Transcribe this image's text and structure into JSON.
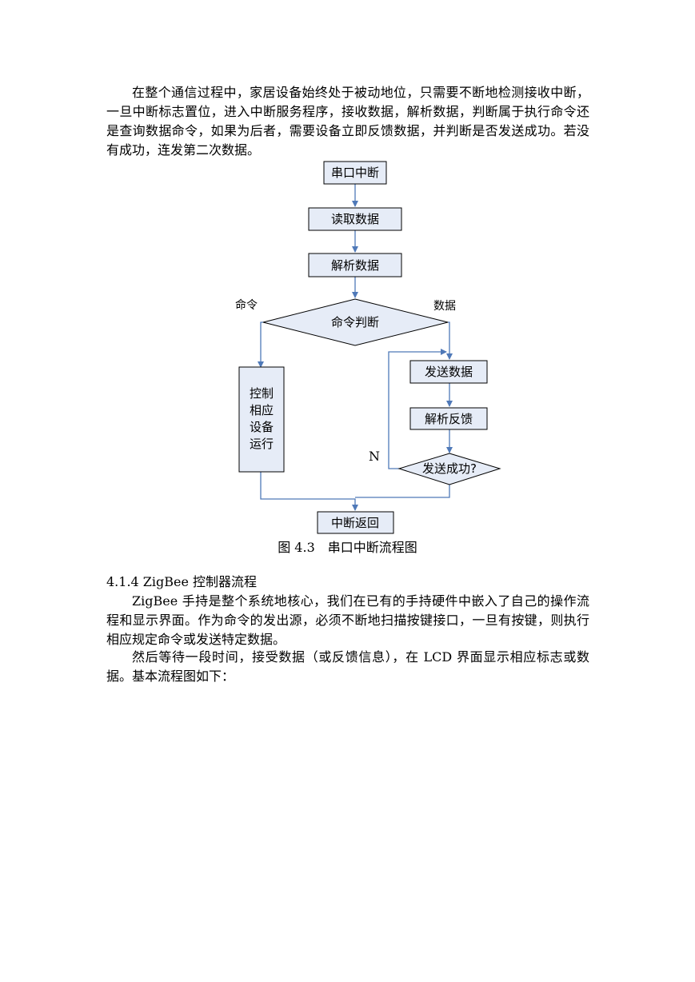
{
  "intro_paragraph": "在整个通信过程中，家居设备始终处于被动地位，只需要不断地检测接收中断，一旦中断标志置位，进入中断服务程序，接收数据，解析数据，判断属于执行命令还是查询数据命令，如果为后者，需要设备立即反馈数据，并判断是否发送成功。若没有成功，连发第二次数据。",
  "flowchart": {
    "node_start": "串口中断",
    "node_read": "读取数据",
    "node_parse": "解析数据",
    "node_decision": "命令判断",
    "label_command": "命令",
    "label_data": "数据",
    "node_control": [
      "控制",
      "相应",
      "设备",
      "运行"
    ],
    "node_send": "发送数据",
    "node_parse_feedback": "解析反馈",
    "node_send_success": "发送成功?",
    "label_no": "N",
    "node_return": "中断返回"
  },
  "figure_caption": "图 4.3　串口中断流程图",
  "section_heading": "4.1.4 ZigBee 控制器流程",
  "paragraph_2": "ZigBee 手持是整个系统地核心，我们在已有的手持硬件中嵌入了自己的操作流程和显示界面。作为命令的发出源，必须不断地扫描按键接口，一旦有按键，则执行相应规定命令或发送特定数据。",
  "paragraph_3": "然后等待一段时间，接受数据（或反馈信息），在 LCD 界面显示相应标志或数据。基本流程图如下："
}
